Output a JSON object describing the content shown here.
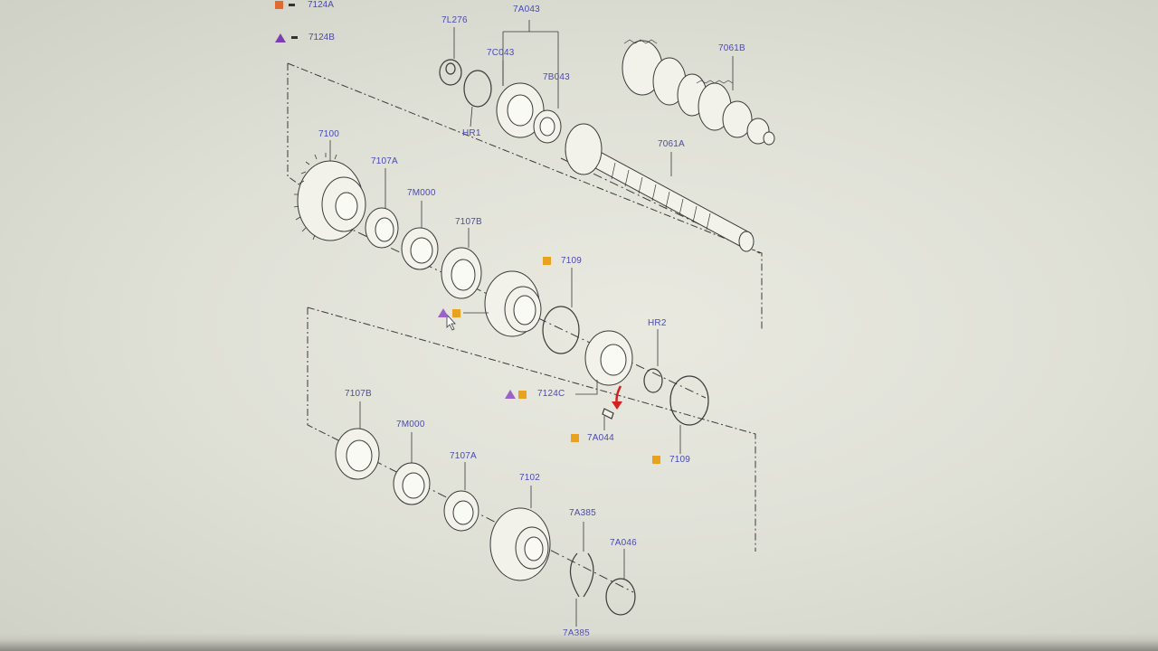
{
  "legend": [
    {
      "marker": "square",
      "color": "#e06a30",
      "code": "7124A"
    },
    {
      "marker": "triangle",
      "color": "#7a3fb0",
      "code": "7124B"
    }
  ],
  "parts": {
    "p7L276": "7L276",
    "p7A043": "7A043",
    "p7C043": "7C043",
    "p7B043": "7B043",
    "pHR1": "HR1",
    "p7061B": "7061B",
    "p7061A": "7061A",
    "p7100": "7100",
    "p7107A_top": "7107A",
    "p7M000_top": "7M000",
    "p7107B_top": "7107B",
    "p7109_top": "7109",
    "pHR2": "HR2",
    "p7124C": "7124C",
    "p7A044": "7A044",
    "p7109_bottom": "7109",
    "p7107B_bottom": "7107B",
    "p7M000_bottom": "7M000",
    "p7107A_bottom": "7107A",
    "p7102": "7102",
    "p7A385_top": "7A385",
    "p7A046": "7A046",
    "p7A385_bottom": "7A385"
  },
  "colors": {
    "label": "#4a4ab0",
    "marker_square": "#e8a220",
    "marker_triangle": "#9a63c8",
    "arrow": "#d42020",
    "line": "#3a3a3a"
  },
  "icons": [
    "cursor-arrow-icon",
    "red-arrow-icon"
  ]
}
